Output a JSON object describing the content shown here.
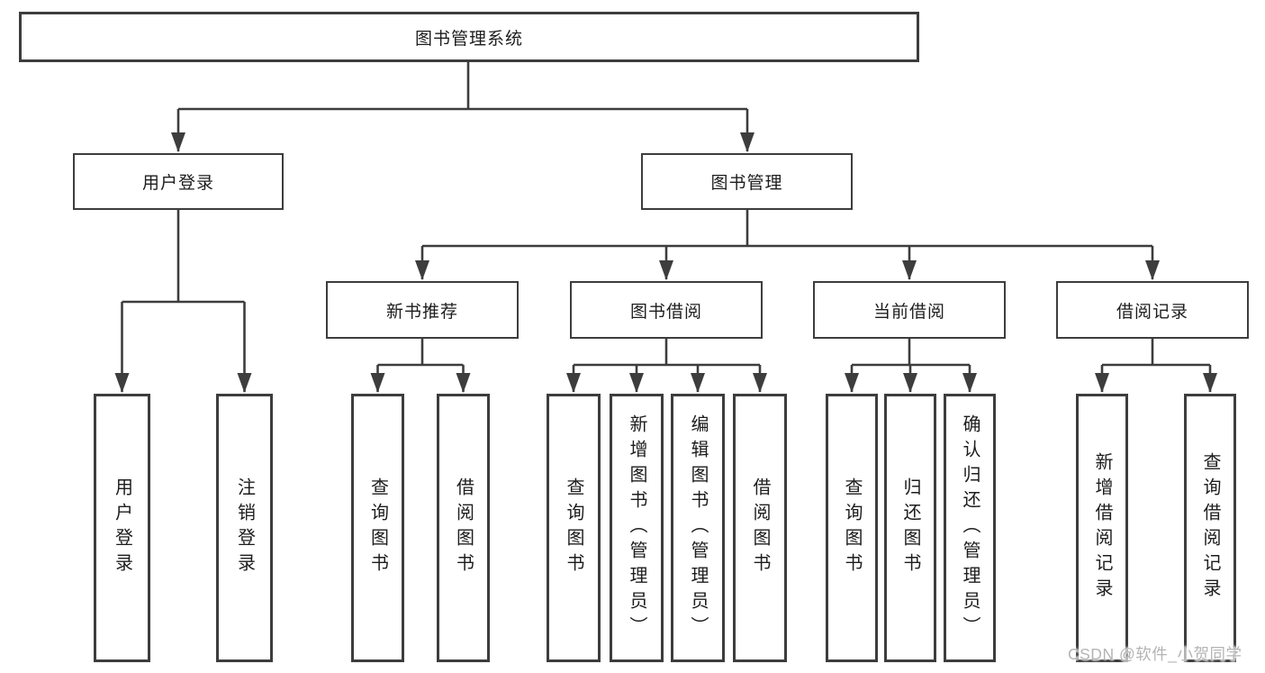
{
  "nodes": {
    "root": "图书管理系统",
    "user_login": "用户登录",
    "book_mgmt": "图书管理",
    "new_book_rec": "新书推荐",
    "book_borrow": "图书借阅",
    "current_borrow": "当前借阅",
    "borrow_records": "借阅记录",
    "leaf_user_login": "用户登录",
    "leaf_logout": "注销登录",
    "leaf_query_book_1": "查询图书",
    "leaf_borrow_book_1": "借阅图书",
    "leaf_query_book_2": "查询图书",
    "leaf_add_book": "新增图书（管理员）",
    "leaf_edit_book": "编辑图书（管理员）",
    "leaf_borrow_book_2": "借阅图书",
    "leaf_query_book_3": "查询图书",
    "leaf_return_book": "归还图书",
    "leaf_confirm_return": "确认归还（管理员）",
    "leaf_add_record": "新增借阅记录",
    "leaf_query_record": "查询借阅记录"
  },
  "watermark": "CSDN @软件_小贺同学",
  "colors": {
    "line": "#3d3d3d",
    "text": "#1d1d1d",
    "box_bg": "#ffffff",
    "watermark": "#b4b4b4"
  }
}
